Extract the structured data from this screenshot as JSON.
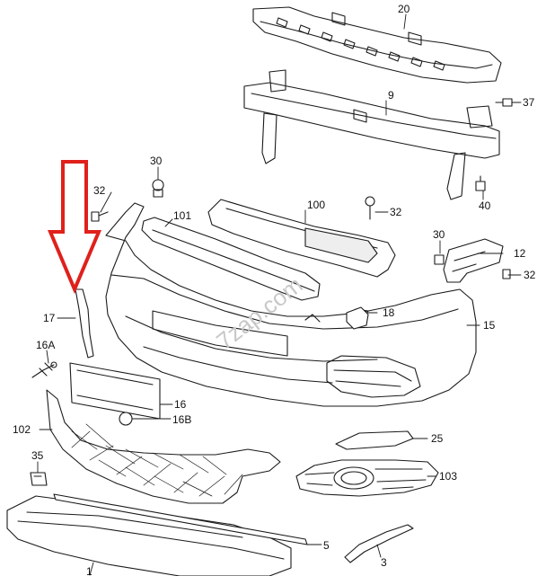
{
  "diagram": {
    "labels": {
      "p20": "20",
      "p9": "9",
      "p37": "37",
      "p40": "40",
      "p30a": "30",
      "p32a": "32",
      "p101": "101",
      "p100": "100",
      "p32b": "32",
      "p30b": "30",
      "p12": "12",
      "p32c": "32",
      "p17": "17",
      "p18": "18",
      "p15": "15",
      "p16A": "16A",
      "p16": "16",
      "p16B": "16B",
      "p102": "102",
      "p25": "25",
      "p35": "35",
      "p103": "103",
      "p5": "5",
      "p3": "3",
      "p1": "1"
    },
    "watermark": "7zap.com"
  },
  "colors": {
    "line": "#1a1a1a",
    "arrow": "#e0201b",
    "watermark": "#c8c8c8"
  }
}
